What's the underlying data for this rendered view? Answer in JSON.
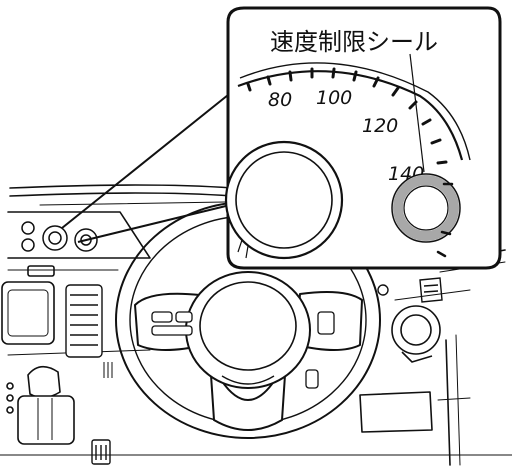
{
  "callout": {
    "label": "速度制限シール"
  },
  "speedometer": {
    "tick_labels": [
      "80",
      "100",
      "120",
      "140"
    ]
  },
  "colors": {
    "line": "#111111",
    "seal_ring": "#a8a8a8",
    "background": "#ffffff"
  }
}
